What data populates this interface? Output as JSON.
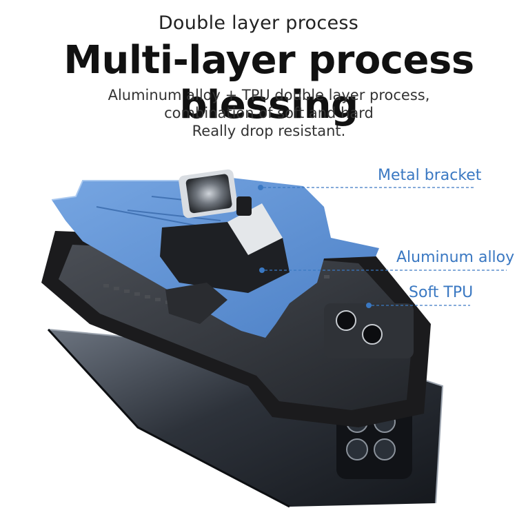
{
  "header": {
    "subtitle": "Double layer process",
    "title": "Multi-layer process blessing",
    "description": [
      "Aluminum alloy + TPU double layer process,",
      "combination of soft and hard",
      "Really drop resistant."
    ]
  },
  "callouts": [
    {
      "label": "Metal bracket"
    },
    {
      "label": "Aluminum alloy"
    },
    {
      "label": "Soft TPU"
    }
  ],
  "colors": {
    "accent": "#3a78c2",
    "case_blue": "#5b8fd2",
    "tpu_black": "#1b1b1d",
    "phone_dark": "#2c3038"
  }
}
